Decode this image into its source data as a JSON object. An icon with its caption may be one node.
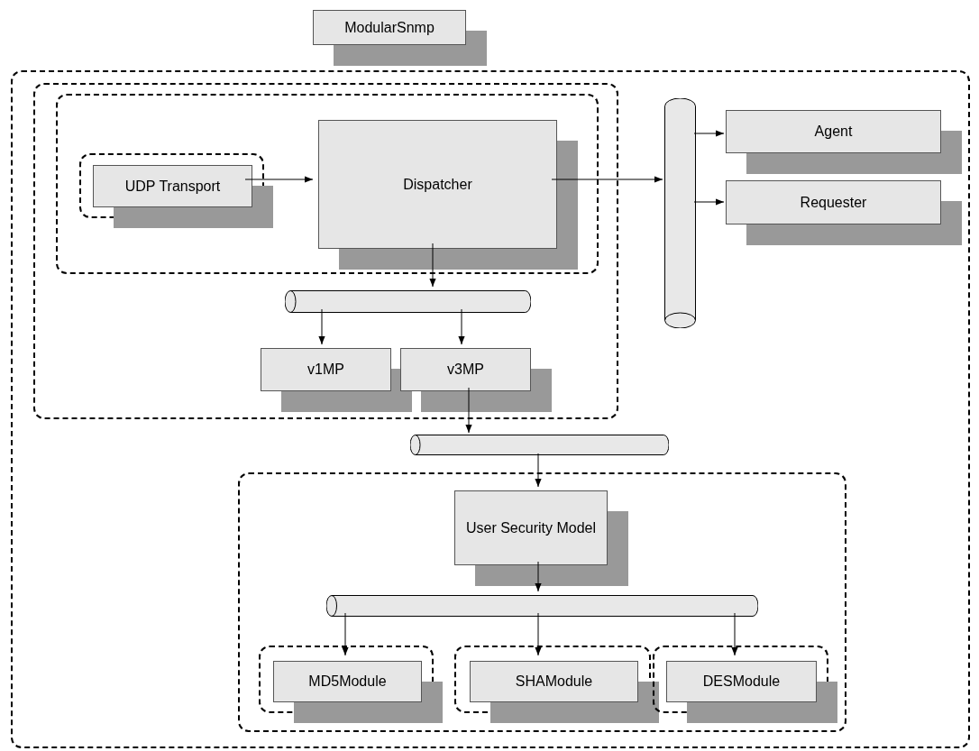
{
  "diagram": {
    "nodes": [
      {
        "text": [
          "ModularSnmp"
        ]
      },
      {
        "text": [],
        "shape": "box"
      },
      {
        "text": [],
        "shape": "box",
        "in": 1
      },
      {
        "text": [],
        "shape": "box",
        "in": 2
      },
      {
        "text": [],
        "shape": "box",
        "in": 3
      },
      {
        "text": [
          "UDP Transport"
        ],
        "in": 4
      },
      {
        "text": [
          "Dispatcher"
        ],
        "in": 3
      },
      {
        "text": [],
        "shape": "cylinder",
        "in": 1
      },
      {
        "text": [
          "Agent"
        ],
        "in": 1
      },
      {
        "text": [
          "Requester"
        ],
        "in": 1
      },
      {
        "text": [],
        "shape": "cylinder",
        "in": 2
      },
      {
        "text": [
          "v1MP"
        ],
        "in": 2
      },
      {
        "text": [
          "v3MP"
        ],
        "in": 2
      },
      {
        "text": [],
        "shape": "cylinder",
        "in": 1
      },
      {
        "text": [],
        "shape": "box",
        "in": 1
      },
      {
        "text": [
          "User Security Model"
        ],
        "in": 14
      },
      {
        "text": [],
        "shape": "cylinder",
        "in": 14
      },
      {
        "text": [],
        "shape": "box",
        "in": 14
      },
      {
        "text": [
          "MD5Module"
        ],
        "in": 17
      },
      {
        "text": [],
        "shape": "box",
        "in": 14
      },
      {
        "text": [
          "SHAModule"
        ],
        "in": 19
      },
      {
        "text": [],
        "shape": "box",
        "in": 14
      },
      {
        "text": [
          "DESModule"
        ],
        "in": 21
      }
    ],
    "edges": [
      {
        "from": 5,
        "to": 6,
        "arrow": "to"
      },
      {
        "from": 6,
        "to": 7,
        "arrow": "to"
      },
      {
        "from": 7,
        "to": 8,
        "arrow": "to"
      },
      {
        "from": 7,
        "to": 9,
        "arrow": "to"
      },
      {
        "from": 6,
        "to": 10,
        "arrow": "to"
      },
      {
        "from": 10,
        "to": 11,
        "arrow": "to"
      },
      {
        "from": 10,
        "to": 12,
        "arrow": "to"
      },
      {
        "from": 12,
        "to": 13,
        "arrow": "to"
      },
      {
        "from": 13,
        "to": 15,
        "arrow": "to"
      },
      {
        "from": 15,
        "to": 16,
        "arrow": "to"
      },
      {
        "from": 16,
        "to": 18,
        "arrow": "to"
      },
      {
        "from": 16,
        "to": 20,
        "arrow": "to"
      },
      {
        "from": 16,
        "to": 22,
        "arrow": "to"
      }
    ]
  }
}
